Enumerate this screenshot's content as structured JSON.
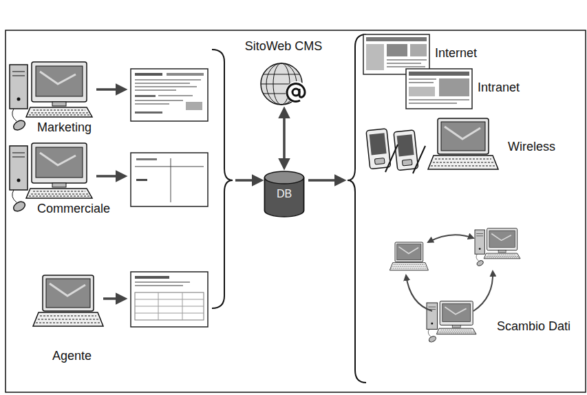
{
  "diagram": {
    "nodes": [
      {
        "text": [
          "Marketing"
        ]
      },
      {
        "text": [
          "Commerciale"
        ]
      },
      {
        "text": [
          "Agente"
        ]
      },
      {
        "text": [
          "SitoWeb CMS"
        ]
      },
      {
        "text": [
          "DB"
        ]
      },
      {
        "text": [
          "Internet"
        ]
      },
      {
        "text": [
          "Intranet"
        ]
      },
      {
        "text": [
          "Wireless"
        ]
      },
      {
        "text": [
          "Scambio Dati"
        ]
      }
    ],
    "edges": [
      {
        "from": 3,
        "to": 4,
        "arrow": "both"
      }
    ]
  }
}
